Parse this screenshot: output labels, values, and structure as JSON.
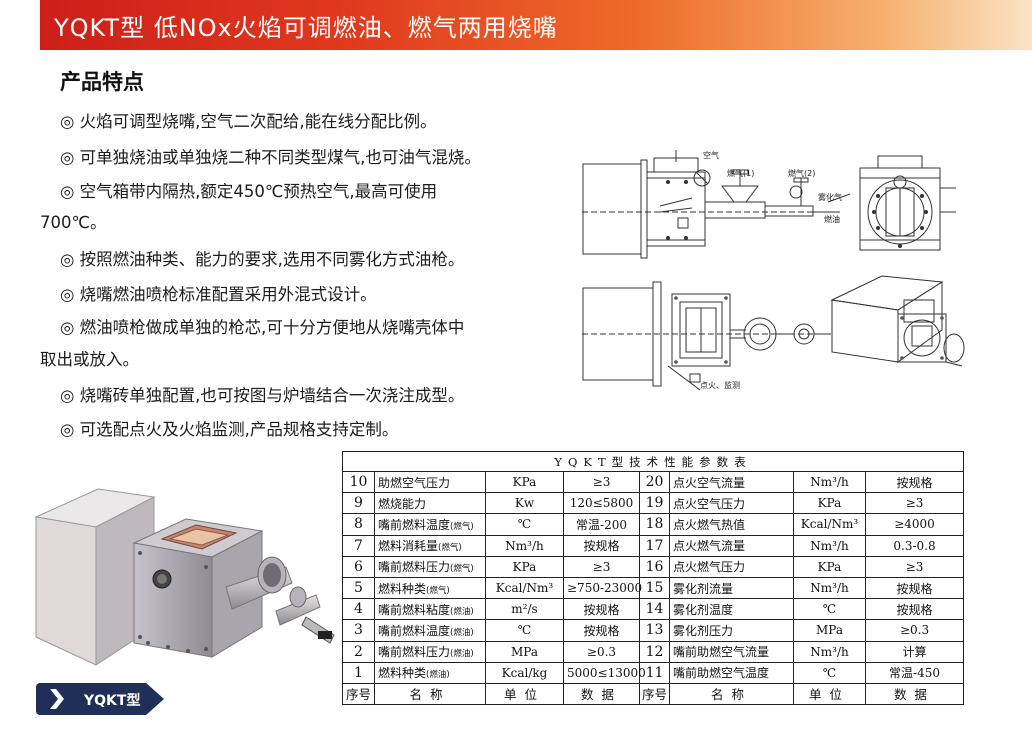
{
  "header": {
    "title": "YQKT型  低NOx火焰可调燃油、燃气两用烧嘴"
  },
  "features": {
    "heading": "产品特点",
    "lines": [
      "◎ 火焰可调型烧嘴,空气二次配给,能在线分配比例。",
      "◎ 可单独烧油或单独烧二种不同类型煤气,也可油气混烧。",
      "◎ 空气箱带内隔热,额定450℃预热空气,最高可使用",
      "700℃。",
      "◎ 按照燃油种类、能力的要求,选用不同雾化方式油枪。",
      "◎ 烧嘴燃油喷枪标准配置采用外混式设计。",
      "◎ 燃油喷枪做成单独的枪芯,可十分方便地从烧嘴壳体中",
      "取出或放入。",
      "◎ 烧嘴砖单独配置,也可按图与炉墙结合一次浇注成型。",
      "◎ 可选配点火及火焰监测,产品规格支持定制。"
    ]
  },
  "drawing_labels": {
    "air": "空气",
    "gas1": "燃气(1)",
    "gas2": "燃气(2)",
    "atomizing_gas": "雾化气",
    "oil": "燃油",
    "ignition": "点火、监测"
  },
  "table": {
    "caption": "YQKT型技术性能参数表",
    "rows": [
      {
        "no_l": "10",
        "name_l": "助燃空气压力",
        "sub_l": "",
        "unit_l": "KPa",
        "val_l": "≥3",
        "no_r": "20",
        "name_r": "点火空气流量",
        "unit_r": "Nm³/h",
        "val_r": "按规格"
      },
      {
        "no_l": "9",
        "name_l": "燃烧能力",
        "sub_l": "",
        "unit_l": "Kw",
        "val_l": "120≤5800",
        "no_r": "19",
        "name_r": "点火空气压力",
        "unit_r": "KPa",
        "val_r": "≥3"
      },
      {
        "no_l": "8",
        "name_l": "嘴前燃料温度",
        "sub_l": "(燃气)",
        "unit_l": "℃",
        "val_l": "常温-200",
        "no_r": "18",
        "name_r": "点火燃气热值",
        "unit_r": "Kcal/Nm³",
        "val_r": "≥4000"
      },
      {
        "no_l": "7",
        "name_l": "燃料消耗量",
        "sub_l": "(燃气)",
        "unit_l": "Nm³/h",
        "val_l": "按规格",
        "no_r": "17",
        "name_r": "点火燃气流量",
        "unit_r": "Nm³/h",
        "val_r": "0.3-0.8"
      },
      {
        "no_l": "6",
        "name_l": "嘴前燃料压力",
        "sub_l": "(燃气)",
        "unit_l": "KPa",
        "val_l": "≥3",
        "no_r": "16",
        "name_r": "点火燃气压力",
        "unit_r": "KPa",
        "val_r": "≥3"
      },
      {
        "no_l": "5",
        "name_l": "燃料种类",
        "sub_l": "(燃气)",
        "unit_l": "Kcal/Nm³",
        "val_l": "≥750-23000",
        "no_r": "15",
        "name_r": "雾化剂流量",
        "unit_r": "Nm³/h",
        "val_r": "按规格"
      },
      {
        "no_l": "4",
        "name_l": "嘴前燃料粘度",
        "sub_l": "(燃油)",
        "unit_l": "m²/s",
        "val_l": "按规格",
        "no_r": "14",
        "name_r": "雾化剂温度",
        "unit_r": "℃",
        "val_r": "按规格"
      },
      {
        "no_l": "3",
        "name_l": "嘴前燃料温度",
        "sub_l": "(燃油)",
        "unit_l": "℃",
        "val_l": "按规格",
        "no_r": "13",
        "name_r": "雾化剂压力",
        "unit_r": "MPa",
        "val_r": "≥0.3"
      },
      {
        "no_l": "2",
        "name_l": "嘴前燃料压力",
        "sub_l": "(燃油)",
        "unit_l": "MPa",
        "val_l": "≥0.3",
        "no_r": "12",
        "name_r": "嘴前助燃空气流量",
        "unit_r": "Nm³/h",
        "val_r": "计算"
      },
      {
        "no_l": "1",
        "name_l": "燃料种类",
        "sub_l": "(燃油)",
        "unit_l": "Kcal/kg",
        "val_l": "5000≤13000",
        "no_r": "11",
        "name_r": "嘴前助燃空气温度",
        "unit_r": "℃",
        "val_r": "常温-450"
      }
    ],
    "headers": {
      "no": "序号",
      "name": "名称",
      "unit": "单位",
      "value": "数据"
    }
  },
  "model_tag": {
    "label": "YQKT型"
  },
  "colors": {
    "banner_start": "#cc1f1a",
    "banner_end": "#fbe3c6",
    "tag_bg": "#1f2f57"
  }
}
